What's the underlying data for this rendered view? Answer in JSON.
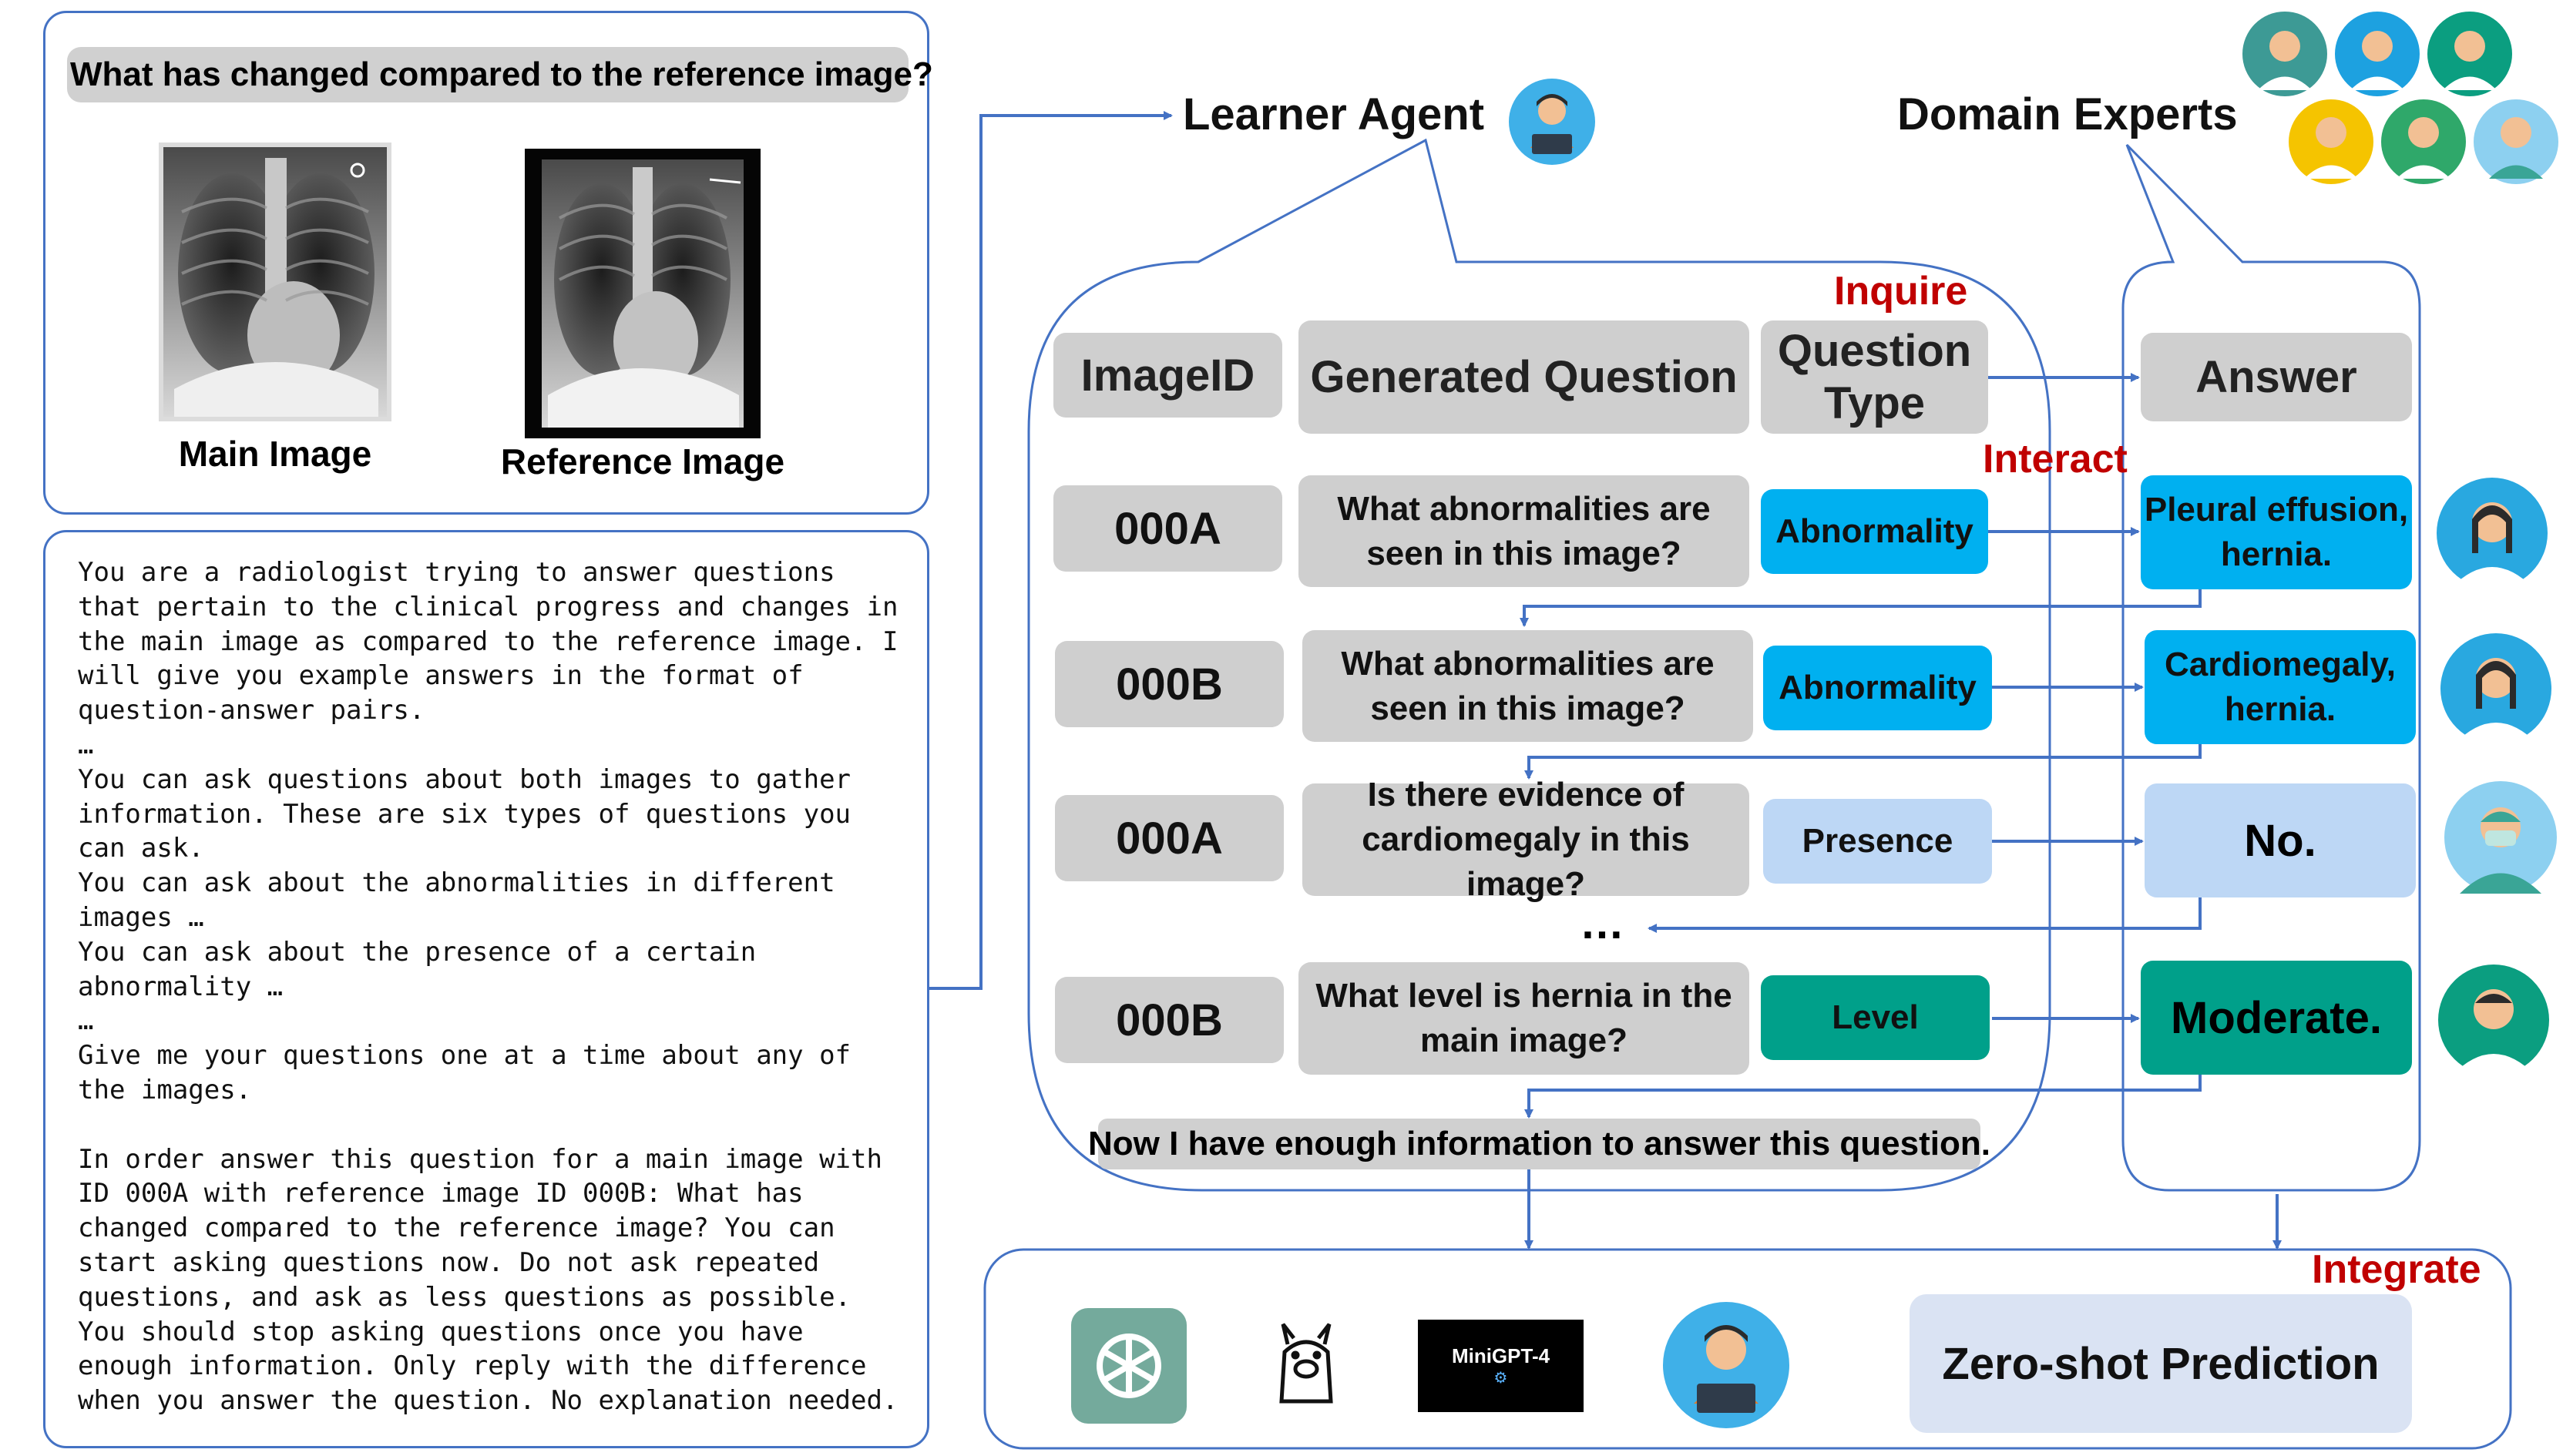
{
  "question_banner": "What has changed compared to the reference image?",
  "main_image_label": "Main Image",
  "reference_image_label": "Reference Image",
  "prompt_text": "You are a radiologist trying to answer questions\nthat pertain to the clinical progress and changes in\nthe main image as compared to the reference image. I\nwill give you example answers in the format of\nquestion-answer pairs.\n…\nYou can ask questions about both images to gather\ninformation. These are six types of questions you\ncan ask.\nYou can ask about the abnormalities in different\nimages …\nYou can ask about the presence of a certain\nabnormality …\n…\nGive me your questions one at a time about any of\nthe images.\n\nIn order answer this question for a main image with\nID 000A with reference image ID 000B: What has\nchanged compared to the reference image? You can\nstart asking questions now. Do not ask repeated\nquestions, and ask as less questions as possible.\nYou should stop asking questions once you have\nenough information. Only reply with the difference\nwhen you answer the question. No explanation needed.",
  "learner_agent_label": "Learner Agent",
  "domain_experts_label": "Domain Experts",
  "inquire_label": "Inquire",
  "interact_label": "Interact",
  "integrate_label": "Integrate",
  "table": {
    "headers": {
      "image_id": "ImageID",
      "generated_question": "Generated Question",
      "question_type_line1": "Question",
      "question_type_line2": "Type",
      "answer": "Answer"
    },
    "rows": [
      {
        "id": "000A",
        "q1": "What abnormalities are",
        "q2": "seen in this image?",
        "type": "Abnormality",
        "a1": "Pleural effusion,",
        "a2": "hernia."
      },
      {
        "id": "000B",
        "q1": "What abnormalities are",
        "q2": "seen in this image?",
        "type": "Abnormality",
        "a1": "Cardiomegaly,",
        "a2": "hernia."
      },
      {
        "id": "000A",
        "q1": "Is there evidence of",
        "q2": "cardiomegaly in this image?",
        "type": "Presence",
        "a1": "No.",
        "a2": ""
      },
      {
        "id": "000B",
        "q1": "What level is hernia in the",
        "q2": "main image?",
        "type": "Level",
        "a1": "Moderate.",
        "a2": ""
      }
    ],
    "ellipsis": "…"
  },
  "conclusion": "Now I have enough information to answer this question.",
  "minigpt_label": "MiniGPT-4",
  "zero_shot_label": "Zero-shot Prediction",
  "icons": [
    "chatgpt-logo-icon",
    "llama-logo-icon",
    "minigpt4-logo-icon",
    "learner-avatar-icon",
    "doctor-avatar-icon",
    "xray-image"
  ],
  "colors": {
    "panel_border": "#4472c4",
    "abnormality": "#00b0f0",
    "presence": "#bdd7f5",
    "level": "#00a08a",
    "highlight_red": "#c00000",
    "cell_gray": "#cfcfcf",
    "prediction_box": "#dae3f3"
  }
}
